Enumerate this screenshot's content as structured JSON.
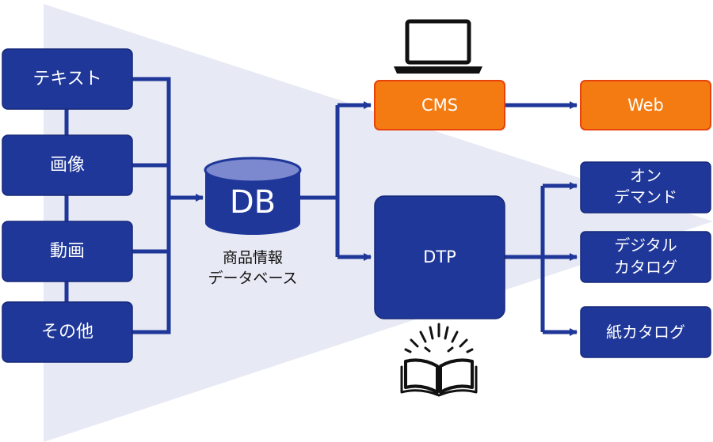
{
  "sources": [
    {
      "label": "テキスト"
    },
    {
      "label": "画像"
    },
    {
      "label": "動画"
    },
    {
      "label": "その他"
    }
  ],
  "database": {
    "symbol": "DB",
    "caption_line1": "商品情報",
    "caption_line2": "データベース"
  },
  "cms": {
    "label": "CMS"
  },
  "web": {
    "label": "Web"
  },
  "dtp": {
    "label": "DTP"
  },
  "outputs": [
    {
      "line1": "オン",
      "line2": "デマンド"
    },
    {
      "line1": "デジタル",
      "line2": "カタログ"
    },
    {
      "line1": "紙カタログ",
      "line2": ""
    }
  ],
  "icons": {
    "cms": "laptop-icon",
    "dtp": "open-book-icon"
  },
  "colors": {
    "navy": "#1f3799",
    "navy_stroke": "#16287a",
    "orange": "#f47b12",
    "orange_stroke": "#e8420c",
    "funnel": "#e7e9f4",
    "db_top": "#7c89cf"
  }
}
